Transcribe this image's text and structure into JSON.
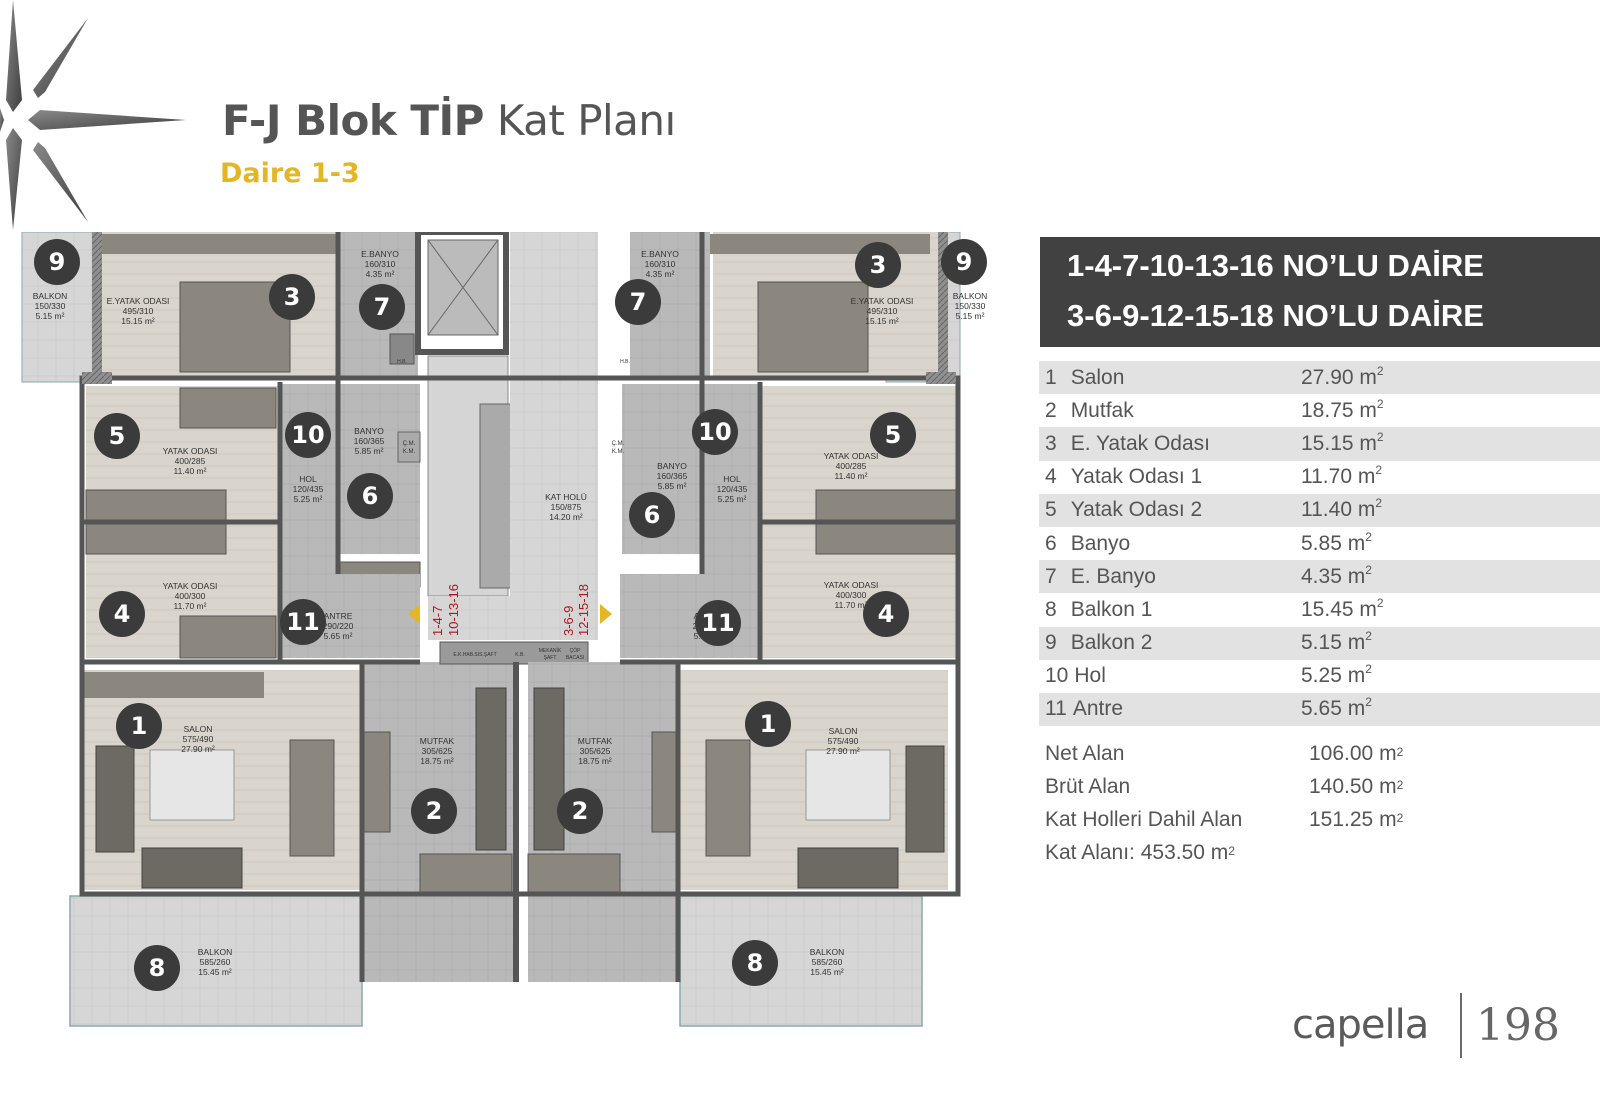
{
  "header": {
    "title_bold": "F-J Blok TİP",
    "title_light": "Kat Planı",
    "subtitle": "Daire 1-3"
  },
  "legend": {
    "apartments": [
      "1-4-7-10-13-16 NO’LU DAİRE",
      "3-6-9-12-15-18 NO’LU DAİRE"
    ],
    "rooms": [
      {
        "no": "1",
        "name": "Salon",
        "area": "27.90 m",
        "unit_sup": "2"
      },
      {
        "no": "2",
        "name": "Mutfak",
        "area": "18.75 m",
        "unit_sup": "2"
      },
      {
        "no": "3",
        "name": "E. Yatak Odası",
        "area": "15.15 m",
        "unit_sup": "2"
      },
      {
        "no": "4",
        "name": "Yatak Odası 1",
        "area": "11.70 m",
        "unit_sup": "2"
      },
      {
        "no": "5",
        "name": "Yatak Odası 2",
        "area": "11.40 m",
        "unit_sup": "2"
      },
      {
        "no": "6",
        "name": "Banyo",
        "area": "5.85 m",
        "unit_sup": "2"
      },
      {
        "no": "7",
        "name": "E. Banyo",
        "area": "4.35 m",
        "unit_sup": "2"
      },
      {
        "no": "8",
        "name": "Balkon 1",
        "area": "15.45 m",
        "unit_sup": "2"
      },
      {
        "no": "9",
        "name": "Balkon 2",
        "area": "5.15 m",
        "unit_sup": "2"
      },
      {
        "no": "10",
        "name": "Hol",
        "area": "5.25 m",
        "unit_sup": "2"
      },
      {
        "no": "11",
        "name": "Antre",
        "area": "5.65 m",
        "unit_sup": "2"
      }
    ],
    "totals": [
      {
        "label": "Net Alan",
        "value": "106.00 m"
      },
      {
        "label": "Brüt Alan",
        "value": "140.50 m"
      },
      {
        "label": "Kat Holleri Dahil Alan",
        "value": "151.25 m"
      }
    ],
    "floor_area": "Kat Alanı: 453.50 m"
  },
  "plan": {
    "rooms": {
      "balkon_small": [
        "BALKON",
        "150/330",
        "5.15 m²"
      ],
      "e_yatak": [
        "E.YATAK ODASI",
        "495/310",
        "15.15 m²"
      ],
      "e_banyo": [
        "E.BANYO",
        "160/310",
        "4.35 m²"
      ],
      "yatak_5": [
        "YATAK ODASI",
        "400/285",
        "11.40 m²"
      ],
      "yatak_4": [
        "YATAK ODASI",
        "400/300",
        "11.70 m²"
      ],
      "hol": [
        "HOL",
        "120/435",
        "5.25 m²"
      ],
      "banyo": [
        "BANYO",
        "160/365",
        "5.85 m²"
      ],
      "antre": [
        "ANTRE",
        "290/220",
        "5.65 m²"
      ],
      "salon": [
        "SALON",
        "575/490",
        "27.90 m²"
      ],
      "mutfak": [
        "MUTFAK",
        "305/625",
        "18.75 m²"
      ],
      "balkon_large": [
        "BALKON",
        "585/260",
        "15.45 m²"
      ],
      "kat_holu": [
        "KAT HOLÜ",
        "150/875",
        "14.20 m²"
      ]
    },
    "small_labels": {
      "hb": "H.B.",
      "cm": "Ç.M.",
      "km": "K.M.",
      "shaft1": "E.K.HAB.SIS.ŞAFT",
      "shaft2": "K.B.",
      "shaft3a": "MEKANİK",
      "shaft3b": "ŞAFT",
      "shaft4a": "ÇÖP",
      "shaft4b": "BACASI",
      "bar": "B"
    },
    "unit_labels": {
      "left_1": "1-4-7",
      "left_2": "10-13-16",
      "right_1": "3-6-9",
      "right_2": "12-15-18"
    }
  },
  "footer": {
    "brand": "capella",
    "page": "198"
  },
  "colors": {
    "accent_yellow": "#e3b625",
    "header_dark": "#414141",
    "unit_red": "#b3141c",
    "badge": "#3b3b3b"
  }
}
